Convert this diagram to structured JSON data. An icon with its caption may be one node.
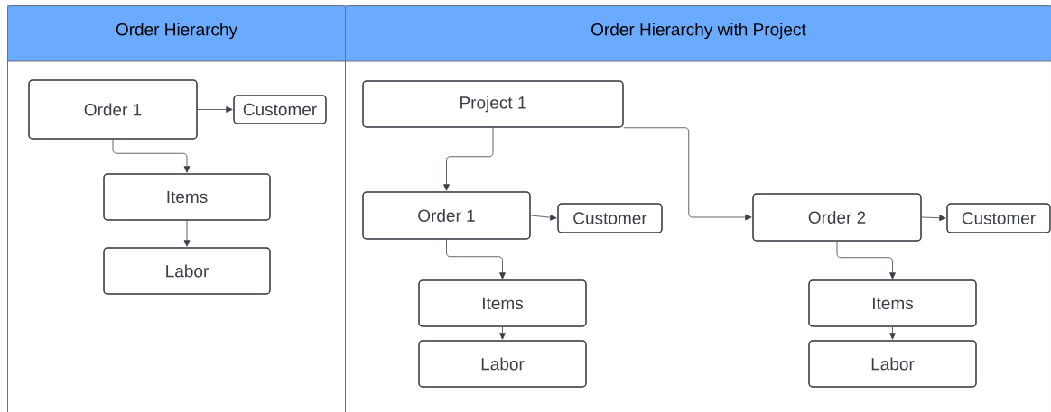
{
  "diagram": {
    "nodes": [
      {
        "text": [
          "Order Hierarchy"
        ]
      },
      {
        "text": [
          "Order 1"
        ],
        "in": 0
      },
      {
        "text": [
          "Customer"
        ],
        "in": 0
      },
      {
        "text": [
          "Items"
        ],
        "in": 0
      },
      {
        "text": [
          "Labor"
        ],
        "in": 0
      },
      {
        "text": [
          "Order Hierarchy with Project"
        ]
      },
      {
        "text": [
          "Project 1"
        ],
        "in": 5
      },
      {
        "text": [
          "Order 1"
        ],
        "in": 5
      },
      {
        "text": [
          "Customer"
        ],
        "in": 5
      },
      {
        "text": [
          "Order 2"
        ],
        "in": 5
      },
      {
        "text": [
          "Customer"
        ],
        "in": 5
      },
      {
        "text": [
          "Items"
        ],
        "in": 5
      },
      {
        "text": [
          "Labor"
        ],
        "in": 5
      },
      {
        "text": [
          "Items"
        ],
        "in": 5
      },
      {
        "text": [
          "Labor"
        ],
        "in": 5
      }
    ],
    "edges": [
      {
        "from": 1,
        "to": 2,
        "arrow": "to"
      },
      {
        "from": 1,
        "to": 3,
        "arrow": "to"
      },
      {
        "from": 3,
        "to": 4,
        "arrow": "to"
      },
      {
        "from": 6,
        "to": 7,
        "arrow": "to"
      },
      {
        "from": 6,
        "to": 9,
        "arrow": "to"
      },
      {
        "from": 7,
        "to": 8,
        "arrow": "to"
      },
      {
        "from": 7,
        "to": 11,
        "arrow": "to"
      },
      {
        "from": 11,
        "to": 12,
        "arrow": "to"
      },
      {
        "from": 9,
        "to": 10,
        "arrow": "to"
      },
      {
        "from": 9,
        "to": 13,
        "arrow": "to"
      },
      {
        "from": 13,
        "to": 14,
        "arrow": "to"
      }
    ]
  }
}
